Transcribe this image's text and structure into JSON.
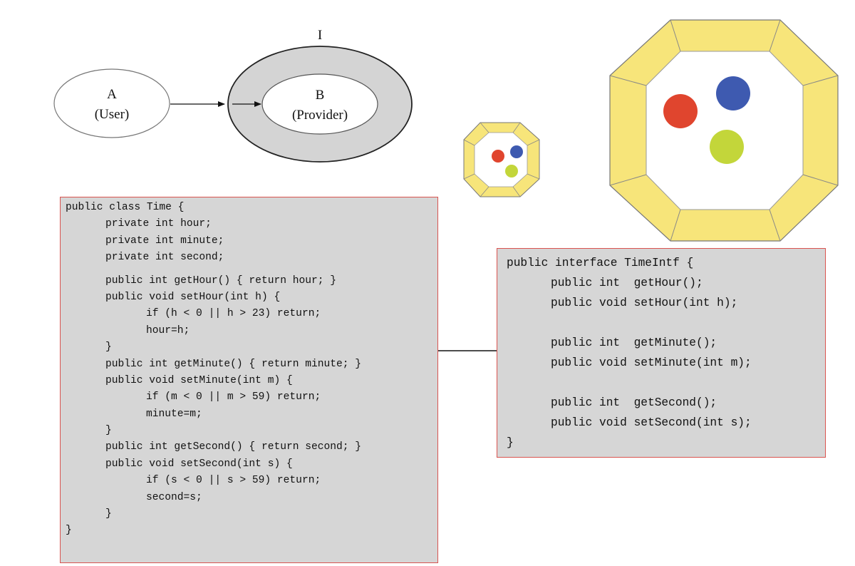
{
  "diagram": {
    "outer_label": "I",
    "node_a": {
      "letter": "A",
      "role": "(User)"
    },
    "node_b": {
      "letter": "B",
      "role": "(Provider)"
    }
  },
  "colors": {
    "code_border": "#d9534f",
    "code_background": "#d6d6d6",
    "ring_fill": "#d4d4d4",
    "octagon_frame": "#f7e57a",
    "dot_red": "#e0452e",
    "dot_blue": "#3e5ab0",
    "dot_green": "#c3d63a"
  },
  "class_code": [
    {
      "text": "public class Time {",
      "indent": 0,
      "gap": false
    },
    {
      "text": "private int hour;",
      "indent": 1,
      "gap": false
    },
    {
      "text": "private int minute;",
      "indent": 1,
      "gap": false
    },
    {
      "text": "private int second;",
      "indent": 1,
      "gap": false
    },
    {
      "text": "public int getHour() { return hour; }",
      "indent": 1,
      "gap": true
    },
    {
      "text": "public void setHour(int h) {",
      "indent": 1,
      "gap": false
    },
    {
      "text": "if (h < 0 || h > 23) return;",
      "indent": 2,
      "gap": false
    },
    {
      "text": "hour=h;",
      "indent": 2,
      "gap": false
    },
    {
      "text": "}",
      "indent": 1,
      "gap": false
    },
    {
      "text": "public int getMinute() { return minute; }",
      "indent": 1,
      "gap": false
    },
    {
      "text": "public void setMinute(int m) {",
      "indent": 1,
      "gap": false
    },
    {
      "text": "if (m < 0 || m > 59) return;",
      "indent": 2,
      "gap": false
    },
    {
      "text": "minute=m;",
      "indent": 2,
      "gap": false
    },
    {
      "text": "}",
      "indent": 1,
      "gap": false
    },
    {
      "text": "public int getSecond() { return second; }",
      "indent": 1,
      "gap": false
    },
    {
      "text": "public void setSecond(int s) {",
      "indent": 1,
      "gap": false
    },
    {
      "text": "if (s < 0 || s > 59) return;",
      "indent": 2,
      "gap": false
    },
    {
      "text": "second=s;",
      "indent": 2,
      "gap": false
    },
    {
      "text": "}",
      "indent": 1,
      "gap": false
    },
    {
      "text": "}",
      "indent": 0,
      "gap": false
    }
  ],
  "interface_code": [
    {
      "text": "public interface TimeIntf {",
      "indent": 0,
      "gap": false
    },
    {
      "text": "public int  getHour();",
      "indent": 1,
      "gap": false
    },
    {
      "text": "public void setHour(int h);",
      "indent": 1,
      "gap": false
    },
    {
      "text": "public int  getMinute();",
      "indent": 1,
      "gap": true
    },
    {
      "text": "public void setMinute(int m);",
      "indent": 1,
      "gap": false
    },
    {
      "text": "public int  getSecond();",
      "indent": 1,
      "gap": true
    },
    {
      "text": "public void setSecond(int s);",
      "indent": 1,
      "gap": false
    },
    {
      "text": "}",
      "indent": 0,
      "gap": false
    }
  ]
}
